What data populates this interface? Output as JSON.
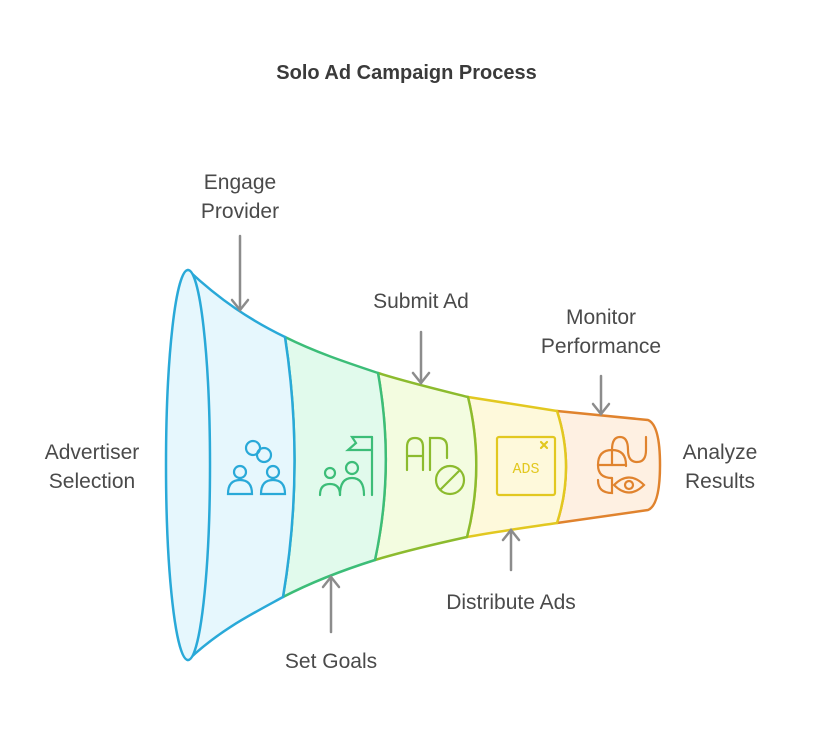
{
  "title": "Solo Ad Campaign Process",
  "stages": [
    {
      "label_lines": [
        "Advertiser",
        "Selection"
      ],
      "icon": "people-link-icon",
      "color": "#29A9D8",
      "fill": "#E6F7FD"
    },
    {
      "label_lines": [
        "Engage",
        "Provider"
      ],
      "icon": "people-flag-icon",
      "color": "#3CBD78",
      "fill": "#E1FAEC"
    },
    {
      "label_lines": [
        "Set Goals"
      ],
      "icon": "ad-blocked-icon",
      "color": "#8CBB2E",
      "fill": "#F3FCE0"
    },
    {
      "label_lines": [
        "Submit Ad"
      ],
      "icon": "ads-window-icon",
      "color": "#E2C820",
      "fill": "#FEF9DB"
    },
    {
      "label_lines": [
        "Distribute Ads"
      ],
      "icon": "mouse-eye-icon",
      "color": "#E0832E",
      "fill": "#FEF0E2"
    },
    {
      "label_lines": [
        "Monitor",
        "Performance"
      ]
    },
    {
      "label_lines": [
        "Analyze",
        "Results"
      ]
    }
  ],
  "icon_text": "ADS"
}
